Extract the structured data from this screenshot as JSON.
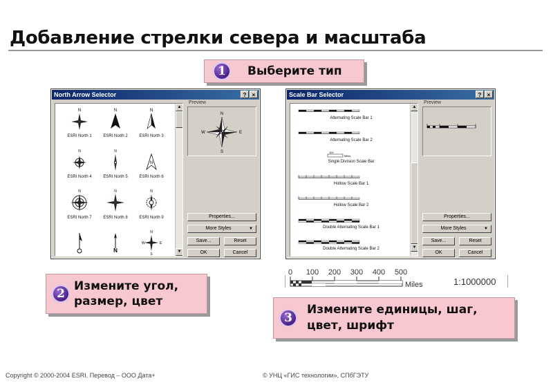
{
  "title": "Добавление стрелки севера и масштаба",
  "callouts": {
    "step1": {
      "badge": "1",
      "text": "Выберите тип"
    },
    "step2": {
      "badge": "2",
      "line1": "Измените угол,",
      "line2": "размер, цвет"
    },
    "step3": {
      "badge": "3",
      "line1": "Измените единицы, шаг,",
      "line2": "цвет, шрифт"
    }
  },
  "north_arrow_dialog": {
    "title": "North Arrow Selector",
    "help": "?",
    "close": "×",
    "preview_label": "Preview",
    "items": [
      {
        "label": "ESRI North 1",
        "icon": "compass-star-icon"
      },
      {
        "label": "ESRI North 2",
        "icon": "solid-arrow-icon"
      },
      {
        "label": "ESRI North 3",
        "icon": "half-arrow-icon"
      },
      {
        "label": "ESRI North 4",
        "icon": "circle-compass-icon"
      },
      {
        "label": "ESRI North 5",
        "icon": "needle-icon"
      },
      {
        "label": "ESRI North 6",
        "icon": "open-arrow-icon"
      },
      {
        "label": "ESRI North 7",
        "icon": "ornate-rose-icon"
      },
      {
        "label": "ESRI North 8",
        "icon": "eight-point-star-icon"
      },
      {
        "label": "ESRI North 9",
        "icon": "decorative-rose-icon"
      },
      {
        "label": "",
        "icon": "flag-arrow-icon"
      },
      {
        "label": "",
        "icon": "n-arrow-icon"
      },
      {
        "label": "",
        "icon": "nwse-cross-icon"
      }
    ],
    "letters": {
      "n": "N",
      "s": "S",
      "e": "E",
      "w": "W"
    },
    "buttons": {
      "properties": "Properties...",
      "more_styles": "More Styles",
      "save": "Save...",
      "reset": "Reset",
      "ok": "OK",
      "cancel": "Cancel"
    }
  },
  "scale_bar_dialog": {
    "title": "Scale Bar Selector",
    "help": "?",
    "close": "×",
    "preview_label": "Preview",
    "items": [
      {
        "label": "Alternating Scale Bar 1"
      },
      {
        "label": "Alternating Scale Bar 2"
      },
      {
        "label": "Single Division Scale Bar"
      },
      {
        "label": "Hollow Scale Bar 1"
      },
      {
        "label": "Hollow Scale Bar 2"
      },
      {
        "label": "Double Alternating Scale Bar 1"
      },
      {
        "label": "Double Alternating Scale Bar 2"
      }
    ],
    "single_division": {
      "value": "100",
      "unit": "Miles"
    },
    "buttons": {
      "properties": "Properties...",
      "more_styles": "More Styles",
      "save": "Save...",
      "reset": "Reset",
      "ok": "OK",
      "cancel": "Cancel"
    }
  },
  "scale_example": {
    "ticks": [
      "0",
      "100",
      "200",
      "300",
      "400",
      "500"
    ],
    "unit": "Miles",
    "ratio": "1:1000000"
  },
  "footer": {
    "left": "Copyright © 2000-2004 ESRI. Перевод  – ООО Дата+",
    "right": "© УНЦ «ГИС технологии», СПбГЭТУ"
  },
  "colors": {
    "callout_bg": "#f7c8cf",
    "badge": "#4b1f8a",
    "titlebar": "#0a246a"
  }
}
